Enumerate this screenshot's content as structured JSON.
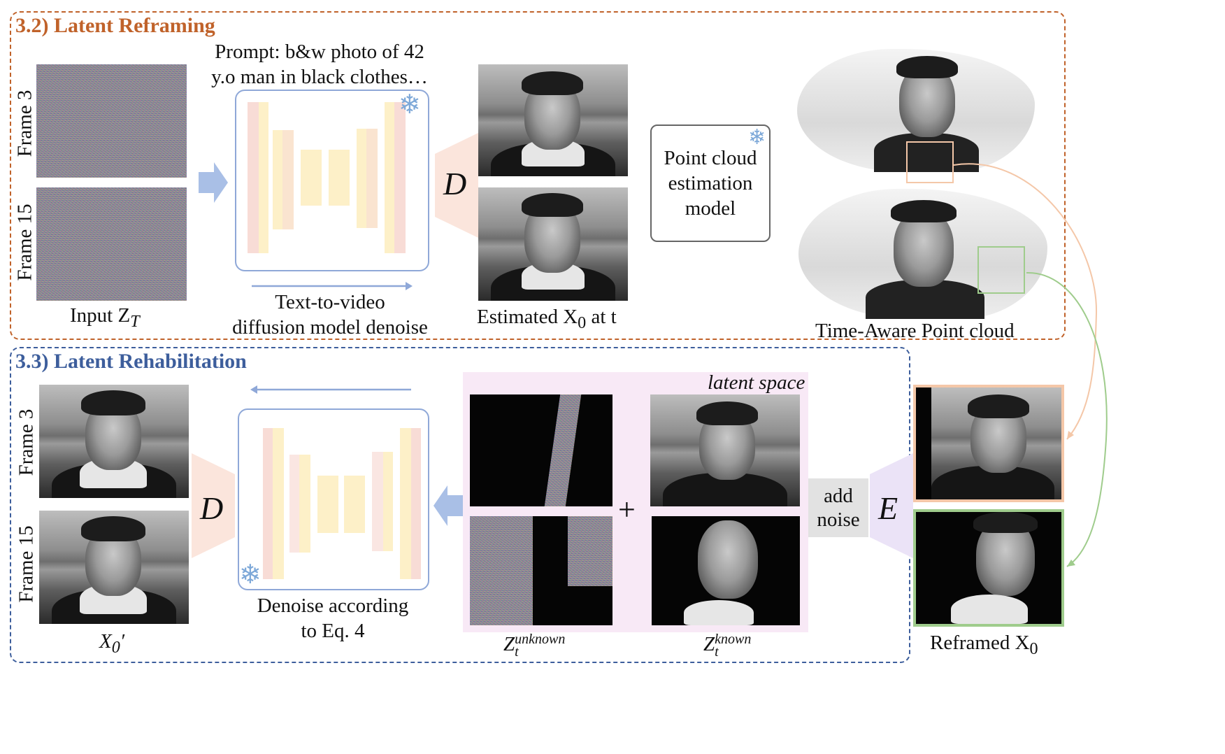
{
  "sections": {
    "reframing": {
      "title": "3.2) Latent Reframing",
      "color": "#c0622a"
    },
    "rehab": {
      "title": "3.3) Latent Rehabilitation",
      "color": "#3d5e9c"
    }
  },
  "frames": {
    "frame3": "Frame 3",
    "frame15": "Frame 15"
  },
  "top": {
    "input_label": "Input Z",
    "input_sub": "T",
    "prompt_line1": "Prompt: b&w photo of 42",
    "prompt_line2": "y.o man in black clothes…",
    "t2v_line1": "Text-to-video",
    "t2v_line2": "diffusion model denoise",
    "decoder": "D",
    "estimated_prefix": "Estimated X",
    "estimated_sub": "0",
    "estimated_suffix": " at t",
    "pc_model_line1": "Point cloud",
    "pc_model_line2": "estimation",
    "pc_model_line3": "model",
    "pc_label": "Time-Aware Point cloud"
  },
  "bottom": {
    "output_label": "X",
    "output_sub": "0",
    "output_prime": "′",
    "decoder": "D",
    "denoise_line1": "Denoise according",
    "denoise_line2": "to Eq. 4",
    "latent_space": "latent space",
    "plus": "+",
    "z_unknown": "Z",
    "z_unknown_sub": "t",
    "z_unknown_sup": "unknown",
    "z_known": "Z",
    "z_known_sub": "t",
    "z_known_sup": "known",
    "add_noise_line1": "add",
    "add_noise_line2": "noise",
    "encoder": "E",
    "reframed_prefix": "Reframed X",
    "reframed_sub": "0"
  },
  "colors": {
    "arrow_blue": "#a9bfe6",
    "unet_border": "#8fa8d8",
    "bar_yellow": "#fdf0c8",
    "bar_pink": "#f8dcd6",
    "decoder_fill": "#fbe5dc",
    "encoder_fill": "#ebe3f7",
    "latent_bg": "#f8e9f6",
    "box_orange": "#f4c7a8",
    "box_green": "#9fcc8c",
    "add_noise_bg": "#e2e2e2"
  },
  "icons": [
    "snowflake-icon",
    "right-arrow-icon",
    "left-arrow-icon",
    "curved-arrow-icon"
  ]
}
